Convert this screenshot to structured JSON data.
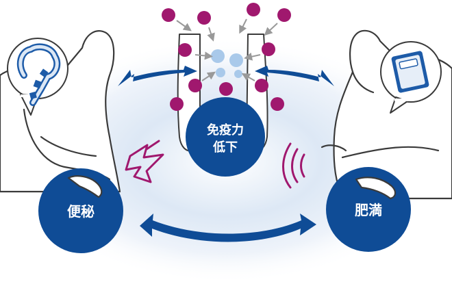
{
  "labels": {
    "immunity_line1": "免疫力",
    "immunity_line2": "低下",
    "constipation": "便秘",
    "obesity": "肥満"
  },
  "colors": {
    "navy": "#0f4c96",
    "magenta": "#a0186e",
    "germ_blue": "#a9c9ea",
    "glow": "#c9dbef",
    "outline": "#3a3a3a",
    "arrow_gray": "#999999"
  }
}
